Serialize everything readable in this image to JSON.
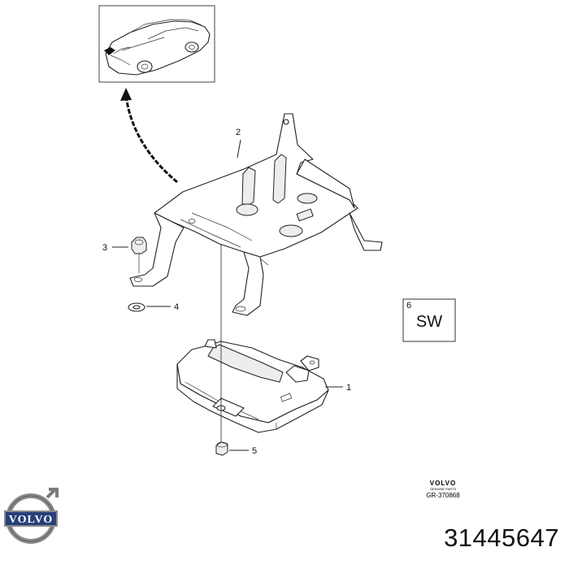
{
  "callouts": {
    "c1": "1",
    "c2": "2",
    "c3": "3",
    "c4": "4",
    "c5": "5",
    "c6": "6"
  },
  "software_label": "SW",
  "brand": {
    "name": "VOLVO",
    "sub": "GENUINE PARTS",
    "drawing_ref": "GR-370868"
  },
  "logo_text": "VOLVO",
  "part_number": "31445647"
}
